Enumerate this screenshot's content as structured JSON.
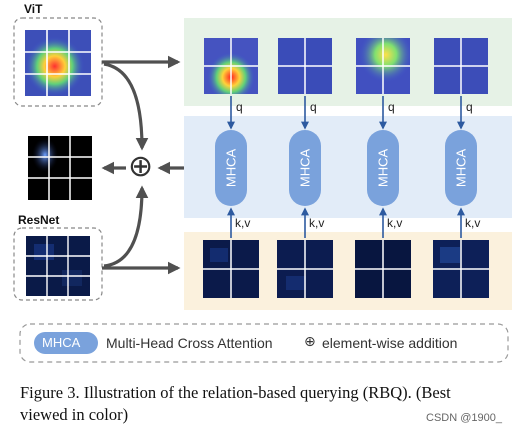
{
  "inputs": {
    "vit_label": "ViT",
    "resnet_label": "ResNet"
  },
  "pairs": [
    {
      "query_label": "q",
      "kv_label": "k,v",
      "module": "MHCA"
    },
    {
      "query_label": "q",
      "kv_label": "k,v",
      "module": "MHCA"
    },
    {
      "query_label": "q",
      "kv_label": "k,v",
      "module": "MHCA"
    },
    {
      "query_label": "q",
      "kv_label": "k,v",
      "module": "MHCA"
    }
  ],
  "combine_symbol": "⊕",
  "legend": {
    "badge": "MHCA",
    "badge_desc": "Multi-Head Cross Attention",
    "add_symbol": "⊕",
    "add_desc": "element-wise addition"
  },
  "caption": {
    "line1": "Figure 3. Illustration of the relation-based querying (RBQ). (Best",
    "line2": "viewed in color)"
  },
  "watermark": "CSDN @1900_",
  "colors": {
    "top_band": "#e6f2e6",
    "mid_band": "#e2ecf8",
    "bot_band": "#fbf1dd",
    "mhca_fill": "#7aa2dc",
    "arrow_dark": "#505050",
    "arrow_blue": "#2d5aa0"
  }
}
